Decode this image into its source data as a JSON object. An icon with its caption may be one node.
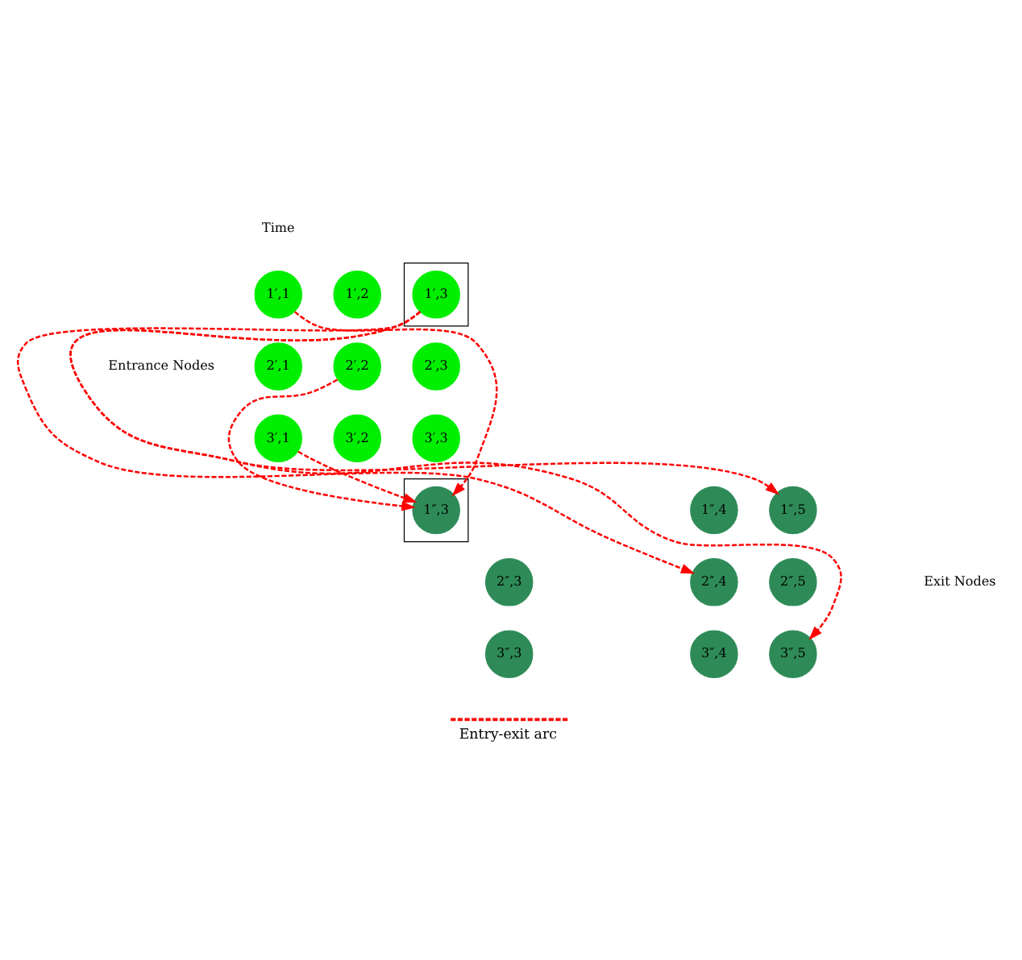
{
  "diagram": {
    "nodes": [
      {
        "text": [
          "1′,1"
        ]
      },
      {
        "text": [
          "1′,2"
        ]
      },
      {
        "text": [],
        "shape": "box"
      },
      {
        "text": [
          "1′,3"
        ],
        "in": 2
      },
      {
        "text": [
          "2′,1"
        ]
      },
      {
        "text": [
          "2′,2"
        ]
      },
      {
        "text": [
          "2′,3"
        ]
      },
      {
        "text": [
          "3′,1"
        ]
      },
      {
        "text": [
          "3′,2"
        ]
      },
      {
        "text": [
          "3′,3"
        ]
      },
      {
        "text": [],
        "shape": "box"
      },
      {
        "text": [
          "1″,3"
        ],
        "in": 10
      },
      {
        "text": [
          "1″,4"
        ]
      },
      {
        "text": [
          "1″,5"
        ]
      },
      {
        "text": [
          "2″,3"
        ]
      },
      {
        "text": [
          "2″,4"
        ]
      },
      {
        "text": [
          "2″,5"
        ]
      },
      {
        "text": [
          "3″,3"
        ]
      },
      {
        "text": [
          "3″,4"
        ]
      },
      {
        "text": [
          "3″,5"
        ]
      }
    ],
    "edges": [
      {
        "from": 0,
        "to": 11,
        "arrow": "to",
        "style": "dashed"
      },
      {
        "from": 5,
        "to": 11,
        "arrow": "to",
        "style": "dashed"
      },
      {
        "from": 7,
        "to": 11,
        "arrow": "to",
        "style": "dashed"
      },
      {
        "from": 3,
        "to": 15,
        "arrow": "to",
        "style": "dashed"
      },
      {
        "from": 3,
        "to": 19,
        "arrow": "to",
        "style": "dashed"
      },
      {
        "from": 3,
        "to": 13,
        "arrow": "to",
        "style": "dashed"
      }
    ],
    "labels": [
      "Time",
      "Entrance Nodes",
      "Exit Nodes"
    ],
    "legend": [
      {
        "text": "Entry-exit arc"
      }
    ]
  }
}
